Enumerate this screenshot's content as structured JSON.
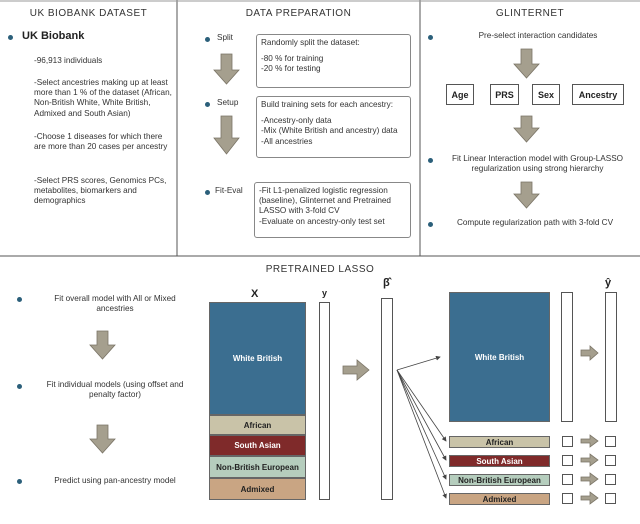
{
  "headers": {
    "ukb": "UK BIOBANK DATASET",
    "prep": "DATA PREPARATION",
    "glint": "GLINTERNET",
    "plasso": "PRETRAINED LASSO"
  },
  "ukb": {
    "title": "UK Biobank",
    "items": [
      "-96,913 individuals",
      "-Select ancestries making up at least  more than 1 % of the dataset (African, Non-British White, White British, Admixed and South Asian)",
      "-Choose 1 diseases for which there are more than 20 cases per ancestry",
      "-Select PRS scores, Genomics PCs, metabolites, biomarkers and demographics"
    ]
  },
  "prep": {
    "steps": [
      {
        "label": "Split",
        "lines": [
          "Randomly split the dataset:",
          "",
          "-80 % for training",
          "-20 % for testing"
        ]
      },
      {
        "label": "Setup",
        "lines": [
          "Build training sets for each ancestry:",
          "",
          "-Ancestry-only data",
          "-Mix (White British and ancestry) data",
          "-All ancestries"
        ]
      },
      {
        "label": "Fit-Eval",
        "lines": [
          "-Fit L1-penalized logistic regression (baseline), Glinternet and Pretrained LASSO with 3-fold CV",
          "-Evaluate on ancestry-only test set"
        ]
      }
    ]
  },
  "glint": {
    "step1": "Pre-select interaction candidates",
    "boxes": [
      "Age",
      "PRS",
      "Sex",
      "Ancestry"
    ],
    "step2": "Fit Linear Interaction model with Group-LASSO regularization using strong hierarchy",
    "step3": "Compute regularization path with 3-fold CV"
  },
  "plasso": {
    "steps": [
      "Fit overall model with All or Mixed ancestries",
      "Fit individual models (using offset and penalty factor)",
      "Predict using pan-ancestry model"
    ],
    "x_label": "X",
    "y_label": "y",
    "beta_label": "β̂",
    "yhat_label": "ŷ",
    "bands": [
      {
        "name": "White British",
        "color": "#3b6e90"
      },
      {
        "name": "African",
        "color": "#c9c3a8"
      },
      {
        "name": "South Asian",
        "color": "#7f2a2a"
      },
      {
        "name": "Non-British European",
        "color": "#b5cdbd"
      },
      {
        "name": "Admixed",
        "color": "#c9a583"
      }
    ]
  },
  "colors": {
    "arrow": "#a59f8e",
    "arrow_stroke": "#7a7466",
    "bullet": "#2b5f7a"
  }
}
